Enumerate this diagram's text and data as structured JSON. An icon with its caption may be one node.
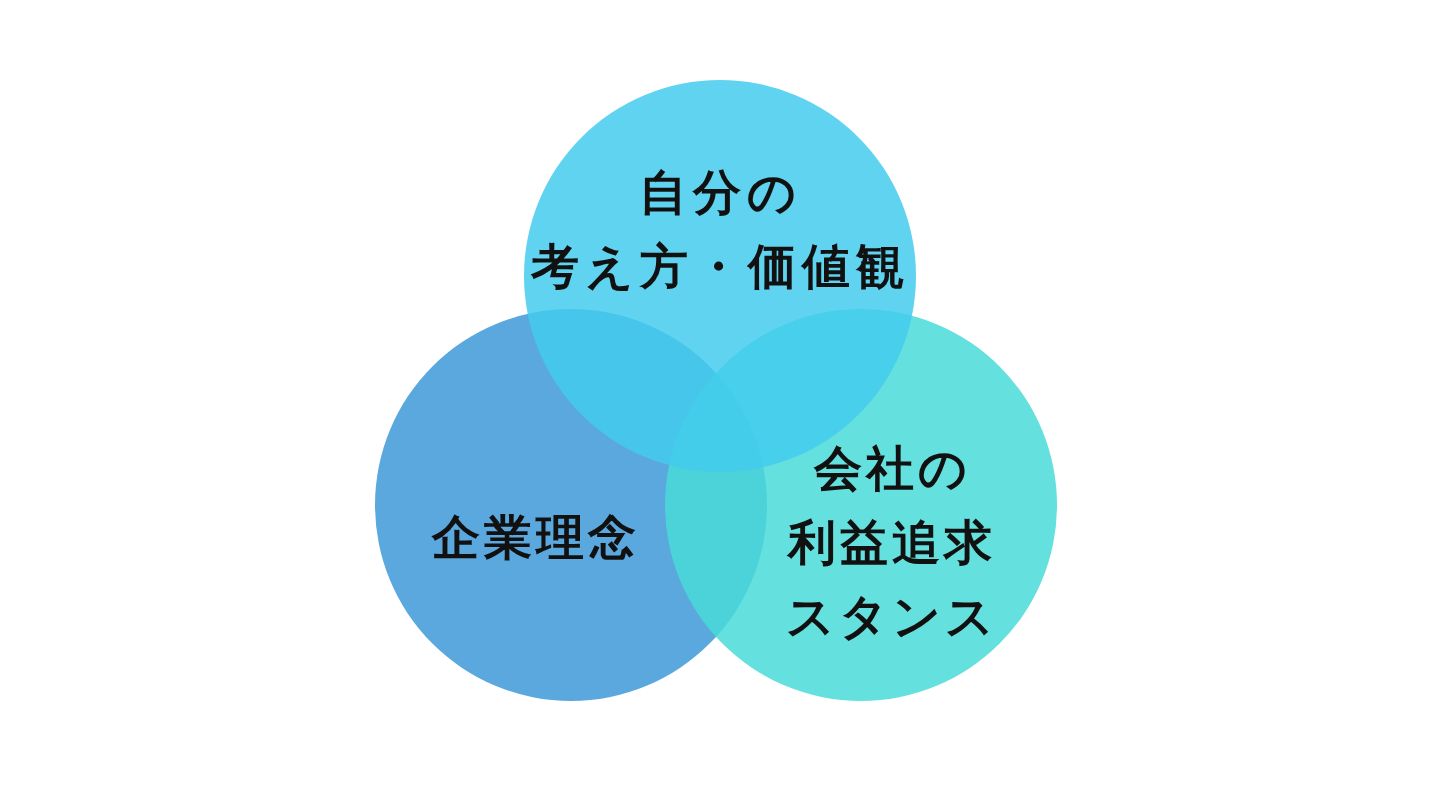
{
  "diagram": {
    "nodes": [
      {
        "text": [
          "自分の考え方・価値観"
        ]
      },
      {
        "text": [
          "企業理念"
        ]
      },
      {
        "text": [
          "会社の利益追求スタンス"
        ]
      }
    ]
  }
}
